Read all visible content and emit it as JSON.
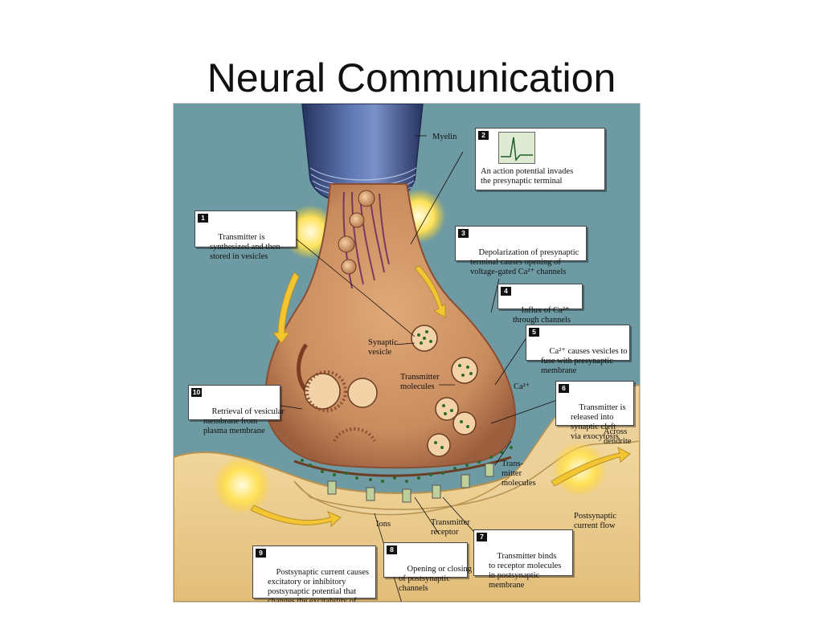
{
  "title": "Neural Communication",
  "labels": {
    "myelin": "Myelin",
    "synaptic_vesicle": "Synaptic\nvesicle",
    "transmitter_molecules": "Transmitter\nmolecules",
    "ca": "Ca²⁺",
    "across_dendrite": "Across\ndendrite",
    "trans_mitter_molecules": "Trans-\nmitter\nmolecules",
    "postsynaptic_current_flow": "Postsynaptic\ncurrent flow",
    "ions": "Ions",
    "transmitter_receptor": "Transmitter\nreceptor"
  },
  "callouts": [
    {
      "num": "1",
      "text": "Transmitter is\nsynthesized and then\nstored in vesicles"
    },
    {
      "num": "2",
      "text": "An action potential invades\nthe presynaptic terminal"
    },
    {
      "num": "3",
      "text": "Depolarization of presynaptic\nterminal causes opening of\nvoltage-gated Ca²⁺ channels"
    },
    {
      "num": "4",
      "text": "Influx of Ca²⁺\nthrough channels"
    },
    {
      "num": "5",
      "text": "Ca²⁺ causes vesicles to\nfuse with presynaptic\nmembrane"
    },
    {
      "num": "6",
      "text": "Transmitter is\nreleased into\nsynaptic cleft\nvia exocytosis"
    },
    {
      "num": "7",
      "text": "Transmitter binds\nto receptor molecules\nin postsynaptic\nmembrane"
    },
    {
      "num": "8",
      "text": "Opening or closing\nof postsynaptic\nchannels"
    },
    {
      "num": "9",
      "text": "Postsynaptic current causes\nexcitatory or inhibitory\npostsynaptic potential that\nchanges the excitability of\nthe postsynaptic cell"
    },
    {
      "num": "10",
      "text": "Retrieval of vesicular\nmembrane from\nplasma membrane"
    }
  ],
  "colors": {
    "background": "#6d9aa3",
    "axon_terminal": "#c98c5e",
    "terminal_shadow": "#9c5f3e",
    "myelin": "#3f5488",
    "postsynaptic": "#e9c98a",
    "transmitter_dots": "#2d6a2a",
    "action_potential_glow": "#ffd84a",
    "callout_bg": "#ffffff",
    "text": "#111111"
  },
  "icons": [
    "action-potential-trace-icon",
    "current-flow-arrow-icon"
  ]
}
